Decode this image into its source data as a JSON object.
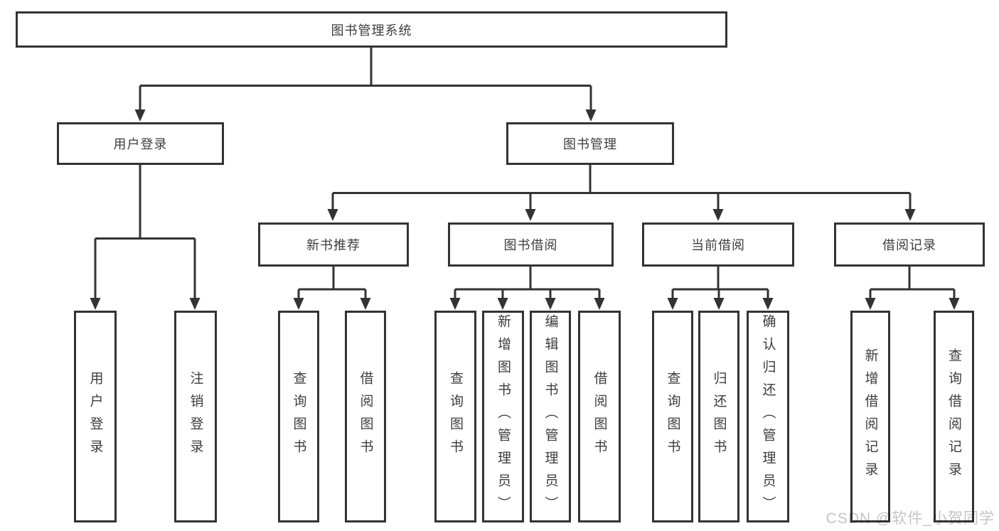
{
  "root": {
    "label": "图书管理系统"
  },
  "level2": {
    "user_login": {
      "label": "用户登录",
      "leaves": [
        "用户登录",
        "注销登录"
      ]
    },
    "book_mgmt": {
      "label": "图书管理"
    }
  },
  "level3": {
    "new_books": {
      "label": "新书推荐",
      "leaves": [
        "查询图书",
        "借阅图书"
      ]
    },
    "borrowing": {
      "label": "图书借阅",
      "leaves": [
        "查询图书",
        "新增图书（管理员）",
        "编辑图书（管理员）",
        "借阅图书"
      ]
    },
    "current": {
      "label": "当前借阅",
      "leaves": [
        "查询图书",
        "归还图书",
        "确认归还（管理员）"
      ]
    },
    "records": {
      "label": "借阅记录",
      "leaves": [
        "新增借阅记录",
        "查询借阅记录"
      ]
    }
  },
  "watermark": {
    "text": "CSDN @软件_小贺同学"
  },
  "colors": {
    "line": "#333333",
    "text": "#3d3d3d",
    "background": "#ffffff",
    "watermark": "#c4c4c4"
  }
}
